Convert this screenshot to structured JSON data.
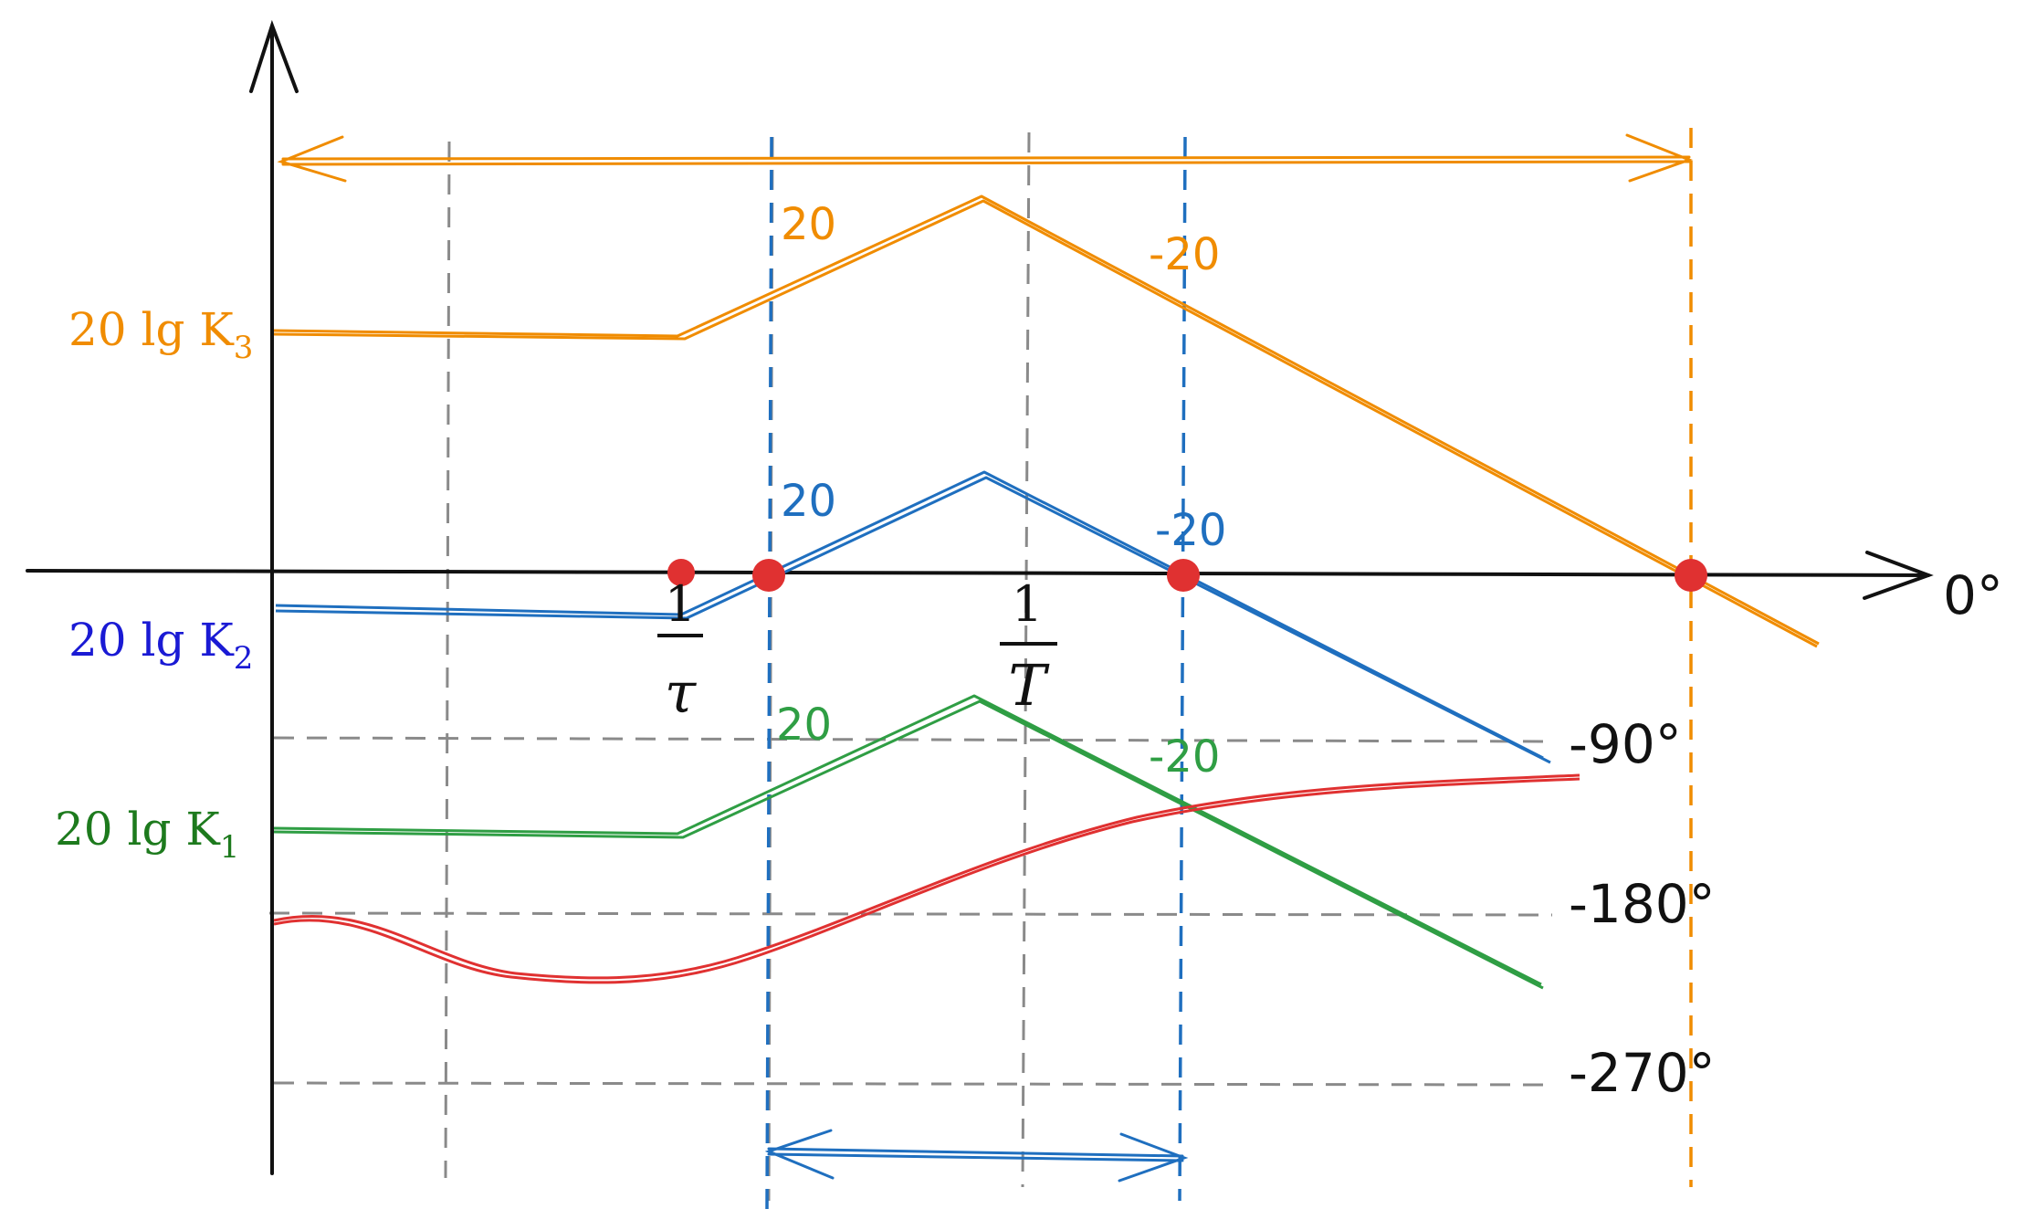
{
  "colors": {
    "black": "#111111",
    "gray": "#8a8a8a",
    "orange": "#f08c00",
    "blue": "#1f6fbf",
    "green": "#2f9e44",
    "red": "#e03131",
    "label_blue": "#1a1ad4",
    "label_green": "#1d7a1d"
  },
  "labels": {
    "k3": "20 lg K",
    "k3_sub": "3",
    "k2": "20 lg K",
    "k2_sub": "2",
    "k1": "20 lg K",
    "k1_sub": "1",
    "inv_tau_num": "1",
    "inv_tau_den": "τ",
    "inv_t_num": "1",
    "inv_t_den": "T",
    "deg_0": "0°",
    "deg_90": "-90°",
    "deg_180": "-180°",
    "deg_270": "-270°",
    "slope_orange_up": "20",
    "slope_orange_down": "-20",
    "slope_blue_up": "20",
    "slope_blue_down": "-20",
    "slope_green_up": "20",
    "slope_green_down": "-20"
  },
  "icons": {
    "y_axis_arrow": "arrow-up-icon",
    "x_axis_arrow": "arrow-right-icon"
  }
}
